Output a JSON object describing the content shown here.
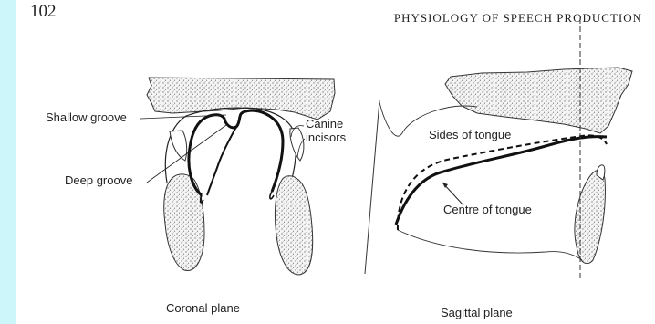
{
  "page": {
    "number": "102",
    "running_head": "PHYSIOLOGY OF SPEECH PRODUCTION"
  },
  "coronal": {
    "shallow_groove": "Shallow groove",
    "deep_groove": "Deep groove",
    "canine": "Canine",
    "incisors": "incisors",
    "caption": "Coronal plane"
  },
  "sagittal": {
    "sides_of_tongue": "Sides of tongue",
    "centre_of_tongue": "Centre of tongue",
    "caption": "Sagittal plane"
  }
}
